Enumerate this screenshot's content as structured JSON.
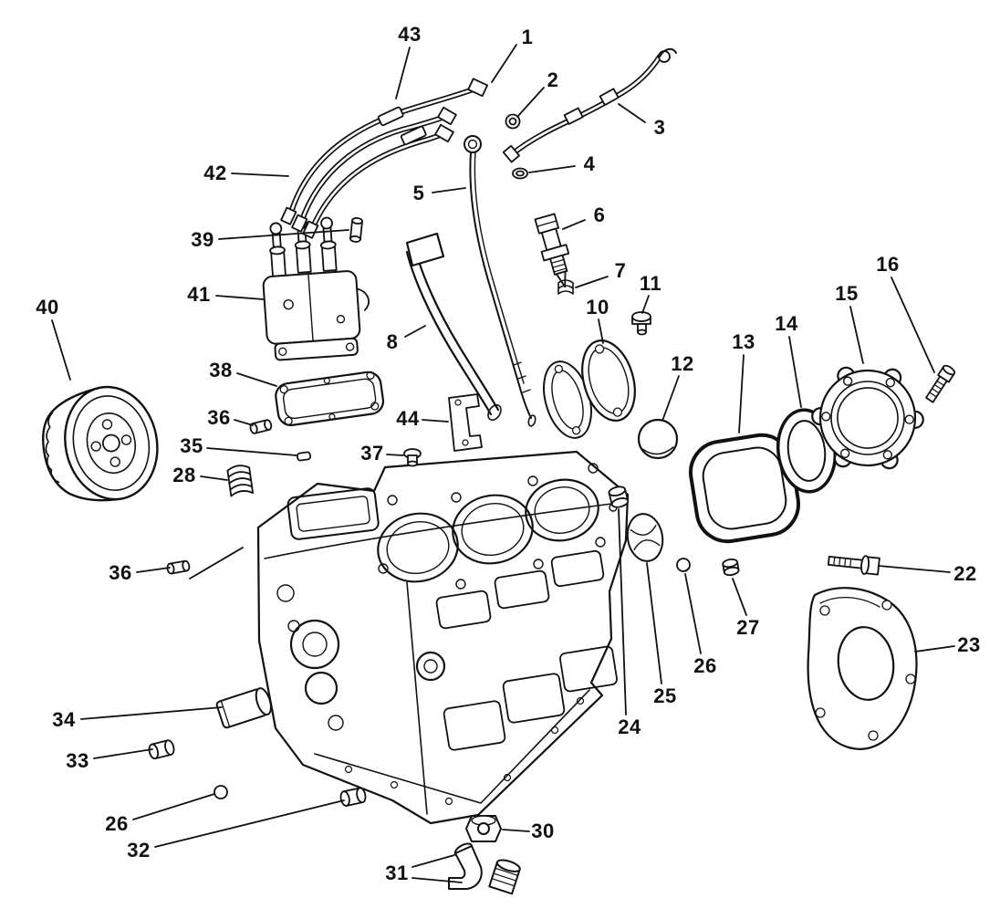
{
  "diagram": {
    "colors": {
      "line": "#111111",
      "background": "#ffffff"
    },
    "callouts": [
      {
        "label": "43"
      },
      {
        "label": "1"
      },
      {
        "label": "2"
      },
      {
        "label": "3"
      },
      {
        "label": "4"
      },
      {
        "label": "42"
      },
      {
        "label": "5"
      },
      {
        "label": "6"
      },
      {
        "label": "39"
      },
      {
        "label": "7"
      },
      {
        "label": "16"
      },
      {
        "label": "11"
      },
      {
        "label": "15"
      },
      {
        "label": "41"
      },
      {
        "label": "40"
      },
      {
        "label": "14"
      },
      {
        "label": "10"
      },
      {
        "label": "13"
      },
      {
        "label": "8"
      },
      {
        "label": "12"
      },
      {
        "label": "38"
      },
      {
        "label": "36"
      },
      {
        "label": "44"
      },
      {
        "label": "35"
      },
      {
        "label": "37"
      },
      {
        "label": "28"
      },
      {
        "label": "36"
      },
      {
        "label": "22"
      },
      {
        "label": "27"
      },
      {
        "label": "23"
      },
      {
        "label": "26"
      },
      {
        "label": "25"
      },
      {
        "label": "24"
      },
      {
        "label": "34"
      },
      {
        "label": "33"
      },
      {
        "label": "26"
      },
      {
        "label": "32"
      },
      {
        "label": "30"
      },
      {
        "label": "31"
      }
    ]
  }
}
